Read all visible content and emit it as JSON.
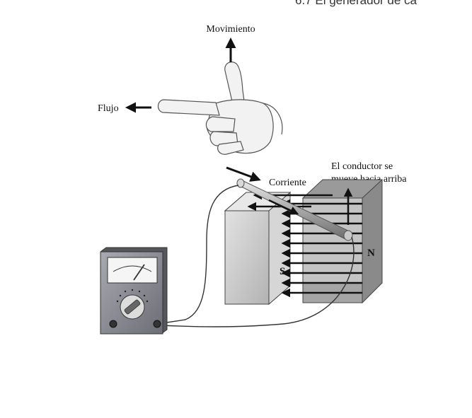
{
  "header": {
    "text": "6.7 El generador de ca"
  },
  "labels": {
    "movement": "Movimiento",
    "flux": "Flujo",
    "current": "Corriente",
    "conductor_line1": "El conductor se",
    "conductor_line2": "mueve hacia arriba",
    "pole_s": "S",
    "pole_n": "N"
  },
  "colors": {
    "ink": "#111111",
    "magnet_front": "#cfcfcf",
    "magnet_side": "#9a9a9a",
    "meter_body": "#8d8d95",
    "conductor": "#b9b9b9"
  }
}
